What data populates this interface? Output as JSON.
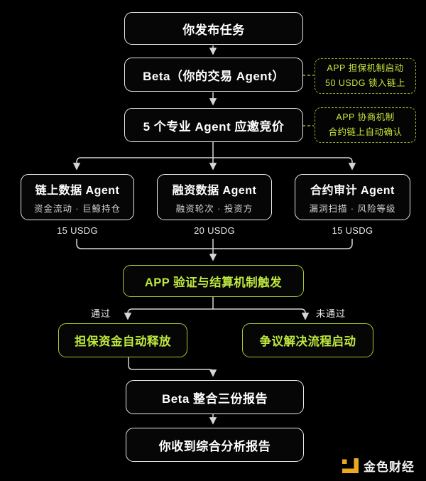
{
  "colors": {
    "background": "#000000",
    "box_border": "#e9e9e9",
    "green_accent": "#a4cc32",
    "green_text": "#bfe93f",
    "note_green": "#97b127",
    "note_text": "#c7e63e",
    "line": "#d6d6d6",
    "brand_gold": "#eda821"
  },
  "flow": {
    "step1": "你发布任务",
    "step2": "Beta（你的交易 Agent）",
    "step3": "5 个专业 Agent 应邀竞价",
    "notes": [
      {
        "line1": "APP 担保机制启动",
        "line2": "50 USDG 锁入链上"
      },
      {
        "line1": "APP 协商机制",
        "line2": "合约链上自动确认"
      }
    ],
    "agents": [
      {
        "title": "链上数据 Agent",
        "subtitle": "资金流动 · 巨鲸持仓",
        "price": "15 USDG"
      },
      {
        "title": "融资数据 Agent",
        "subtitle": "融资轮次 · 投资方",
        "price": "20 USDG"
      },
      {
        "title": "合约审计 Agent",
        "subtitle": "漏洞扫描 · 风险等级",
        "price": "15 USDG"
      }
    ],
    "settlement": "APP 验证与结算机制触发",
    "pass_label": "通过",
    "fail_label": "未通过",
    "pass_box": "担保资金自动释放",
    "fail_box": "争议解决流程启动",
    "merge_box": "Beta 整合三份报告",
    "final_box": "你收到综合分析报告"
  },
  "footer": {
    "brand": "金色财经"
  }
}
